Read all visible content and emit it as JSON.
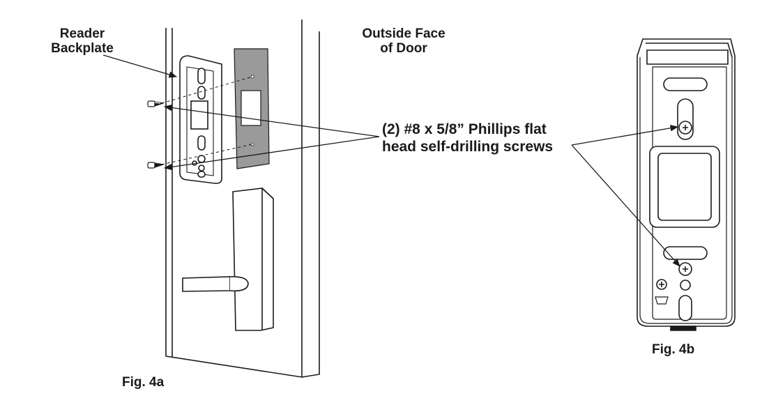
{
  "labels": {
    "reader_backplate": {
      "line1": "Reader",
      "line2": "Backplate"
    },
    "outside_face": {
      "line1": "Outside Face",
      "line2": "of Door"
    },
    "screws": {
      "line1": "(2) #8 x 5/8” Phillips flat",
      "line2": "head self-drilling screws"
    },
    "fig_4a": "Fig.  4a",
    "fig_4b": "Fig. 4b"
  },
  "colors": {
    "line": "#1a1a1a",
    "trim_plate": "#9a9a9a",
    "background": "#ffffff"
  }
}
